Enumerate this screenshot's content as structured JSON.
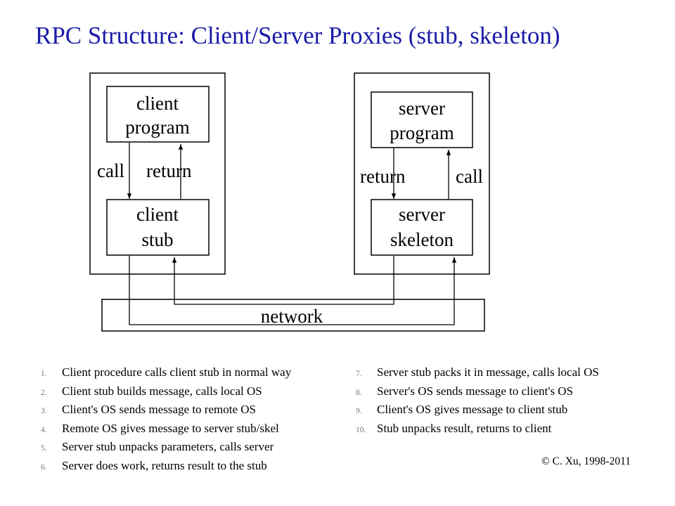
{
  "title": "RPC Structure: Client/Server Proxies (stub, skeleton)",
  "diagram": {
    "client_program": [
      "client",
      "program"
    ],
    "client_stub": [
      "client",
      "stub"
    ],
    "server_program": [
      "server",
      "program"
    ],
    "server_skeleton": [
      "server",
      "skeleton"
    ],
    "network": "network",
    "client_call_label": "call",
    "client_return_label": "return",
    "server_return_label": "return",
    "server_call_label": "call"
  },
  "steps_left": [
    {
      "num": "1.",
      "text": "Client procedure calls client stub in normal way"
    },
    {
      "num": "2.",
      "text": "Client stub builds message, calls local OS"
    },
    {
      "num": "3.",
      "text": "Client's OS sends message to remote OS"
    },
    {
      "num": "4.",
      "text": "Remote OS gives message to server stub/skel"
    },
    {
      "num": "5.",
      "text": "Server stub unpacks parameters, calls server"
    },
    {
      "num": "6.",
      "text": "Server does work, returns result to the stub"
    }
  ],
  "steps_right": [
    {
      "num": "7.",
      "text": "Server stub packs it in message, calls local OS"
    },
    {
      "num": "8.",
      "text": "Server's OS sends message to client's OS"
    },
    {
      "num": "9.",
      "text": "Client's OS gives message to client stub"
    },
    {
      "num": "10.",
      "text": "Stub unpacks result, returns to client"
    }
  ],
  "copyright": "© C. Xu, 1998-2011"
}
